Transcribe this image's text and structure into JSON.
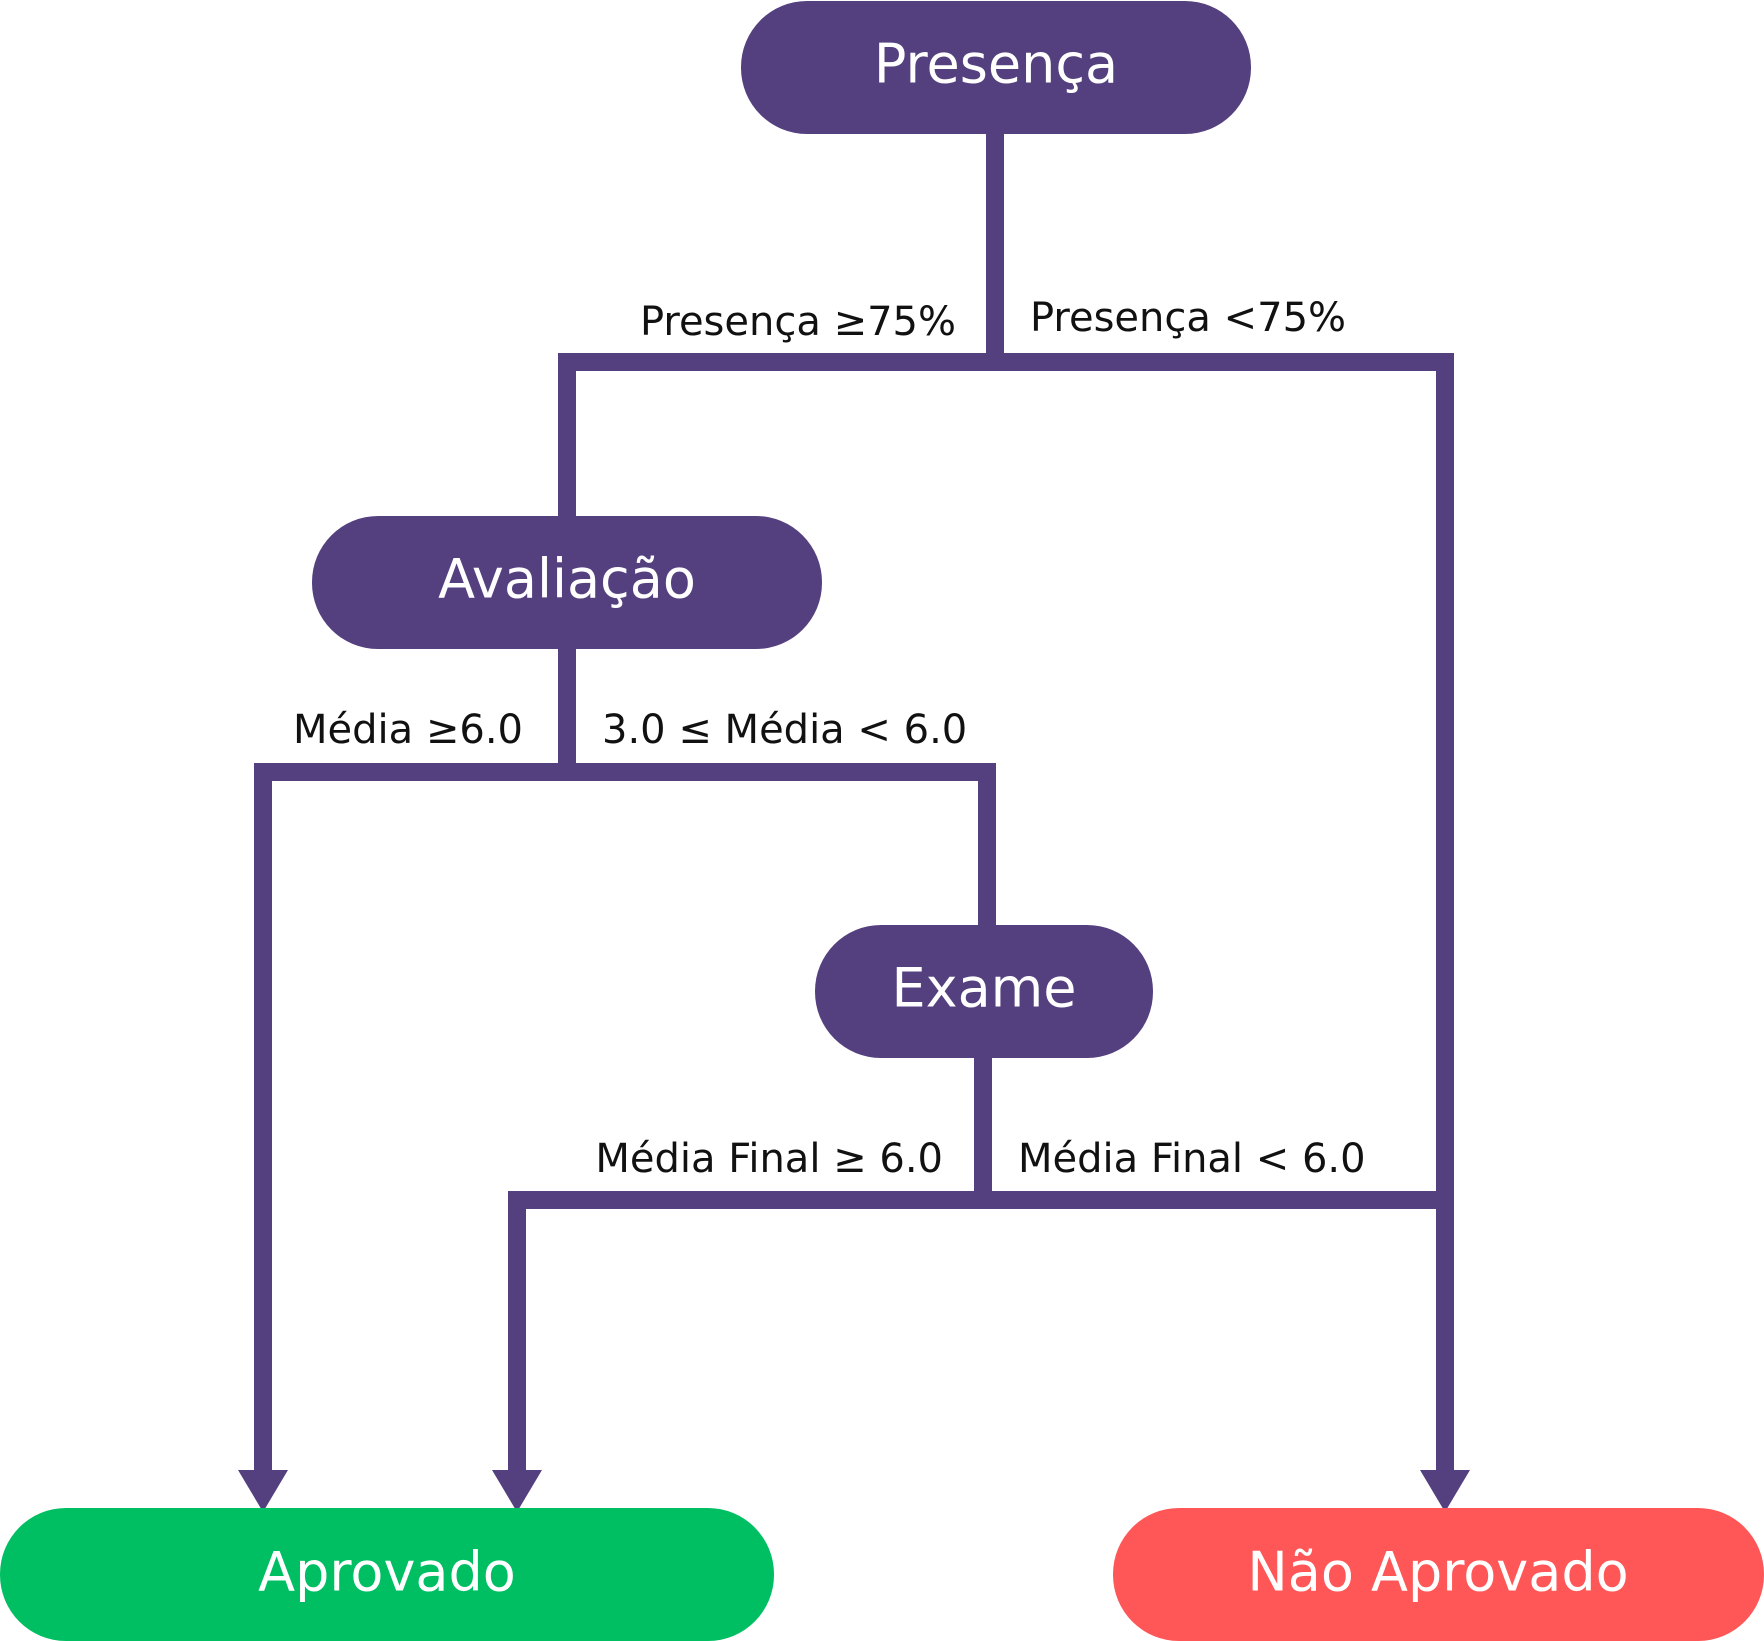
{
  "nodes": {
    "presenca": {
      "label": "Presença",
      "color": "#54407f"
    },
    "avaliacao": {
      "label": "Avaliação",
      "color": "#54407f"
    },
    "exame": {
      "label": "Exame",
      "color": "#54407f"
    },
    "aprovado": {
      "label": "Aprovado",
      "color": "#00bf63"
    },
    "nao_aprovado": {
      "label": "Não Aprovado",
      "color": "#ff5757"
    }
  },
  "edges": {
    "presenca_ge75": "Presença ≥75%",
    "presenca_lt75": "Presença <75%",
    "media_ge6": "Média ≥6.0",
    "media_between": "3.0 ≤ Média < 6.0",
    "media_final_ge6": "Média Final ≥ 6.0",
    "media_final_lt6": "Média Final < 6.0"
  },
  "line_color": "#54407f"
}
